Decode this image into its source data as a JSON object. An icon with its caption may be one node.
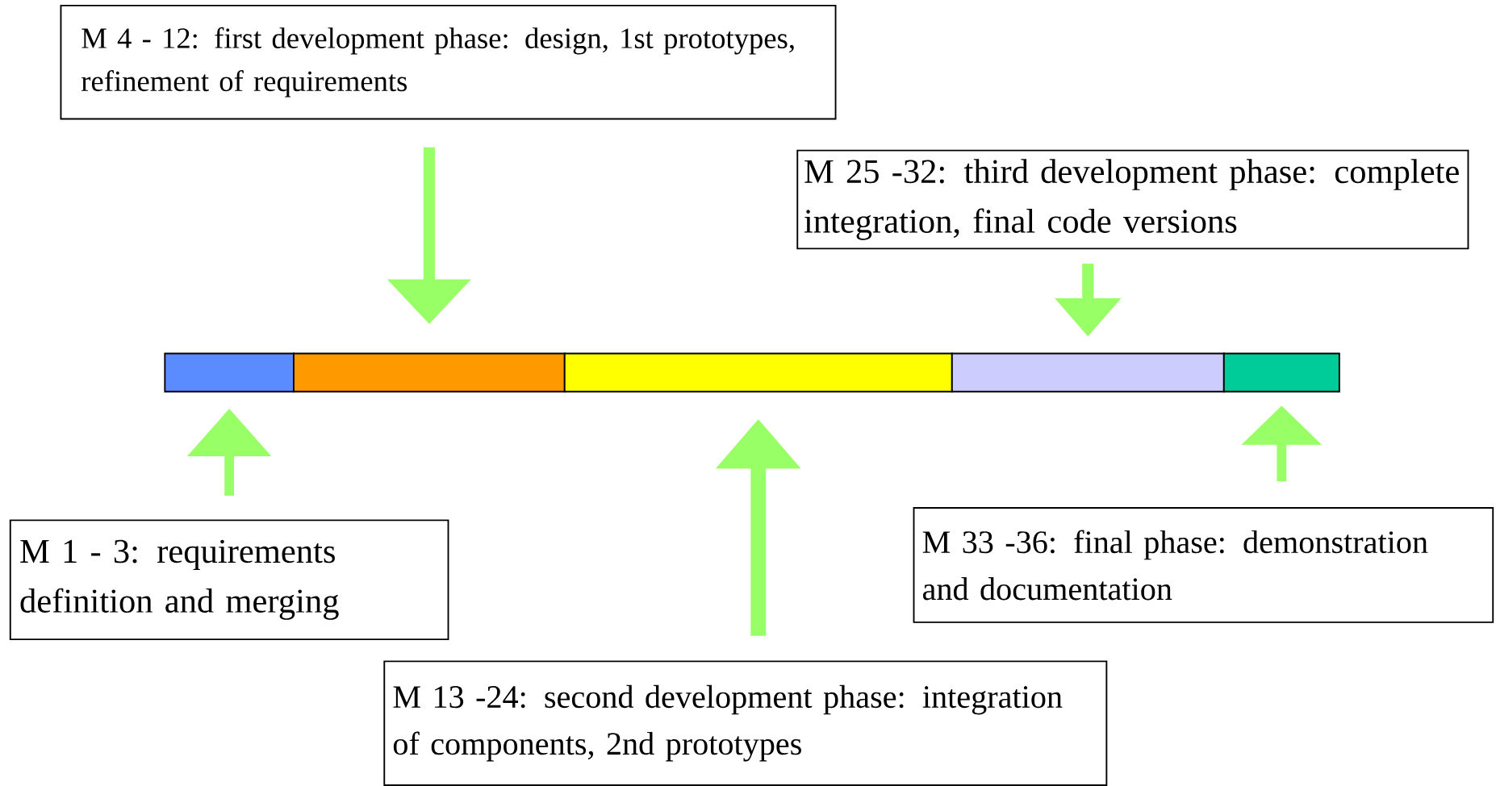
{
  "diagram": {
    "nodes": [
      {
        "text": [
          "M 4 - 12: first development phase: design, 1st prototypes, refinement of requirements"
        ]
      },
      {
        "text": [
          "M 25 -32: third development phase: complete integration, final code versions"
        ]
      },
      {
        "text": [],
        "shape": "bar"
      },
      {
        "text": [],
        "shape": "bar"
      },
      {
        "text": [],
        "shape": "bar"
      },
      {
        "text": [],
        "shape": "bar"
      },
      {
        "text": [],
        "shape": "bar"
      },
      {
        "text": [
          "M 1 - 3: requirements definition and merging"
        ]
      },
      {
        "text": [
          "M 33 -36: final phase: demonstration and documentation"
        ]
      },
      {
        "text": [
          "M 13 -24: second development phase: integration of components, 2nd prototypes"
        ]
      }
    ],
    "edges": [
      {
        "from": 0,
        "to": 3,
        "arrow": "to"
      },
      {
        "from": 1,
        "to": 5,
        "arrow": "to"
      },
      {
        "from": 7,
        "to": 2,
        "arrow": "to"
      },
      {
        "from": 9,
        "to": 4,
        "arrow": "to"
      },
      {
        "from": 8,
        "to": 6,
        "arrow": "to"
      }
    ]
  }
}
